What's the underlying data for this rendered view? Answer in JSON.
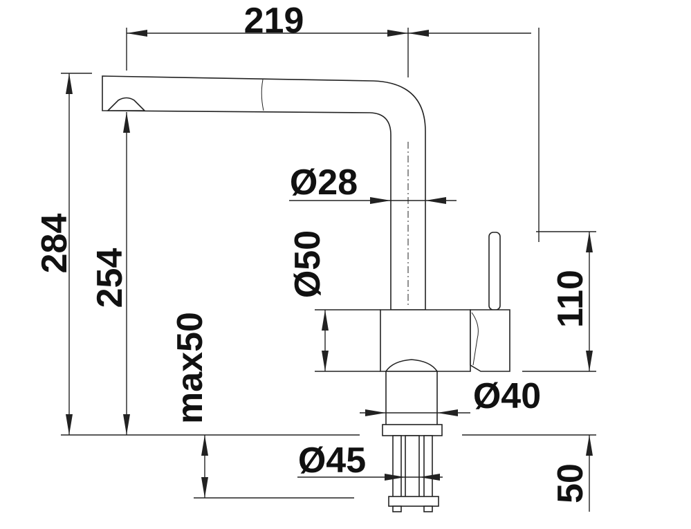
{
  "dimensions": {
    "spout_reach": "219",
    "total_height": "284",
    "outlet_height": "254",
    "max_counter_thickness": "max50",
    "spout_diameter": "Ø28",
    "body_diameter": "Ø50",
    "lever_height": "110",
    "shank_diameter": "Ø40",
    "thread_diameter": "Ø45",
    "shank_length": "50"
  },
  "colors": {
    "line": "#222222",
    "text": "#111111",
    "background": "#ffffff"
  }
}
